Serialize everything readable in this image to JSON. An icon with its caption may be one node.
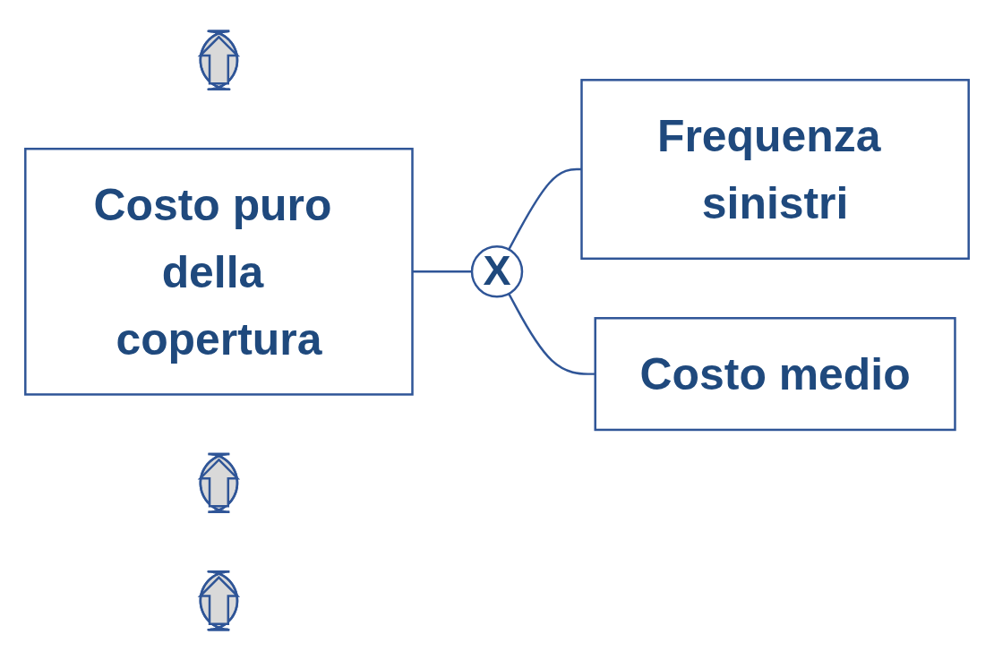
{
  "diagram": {
    "nodes": [
      {
        "text": [],
        "shape": "ellipse"
      },
      {
        "text": [
          "Costo puro della copertura"
        ]
      },
      {
        "text": [
          "X"
        ]
      },
      {
        "text": [
          "Frequenza sinistri"
        ]
      },
      {
        "text": [],
        "shape": "ellipse"
      },
      {
        "text": [
          "Costo medio"
        ]
      },
      {
        "text": [],
        "shape": "ellipse"
      }
    ],
    "edges": [
      {
        "from": 1,
        "to": 2,
        "arrow": "none"
      },
      {
        "from": 2,
        "to": 3,
        "arrow": "none"
      },
      {
        "from": 2,
        "to": 5,
        "arrow": "none"
      }
    ]
  }
}
